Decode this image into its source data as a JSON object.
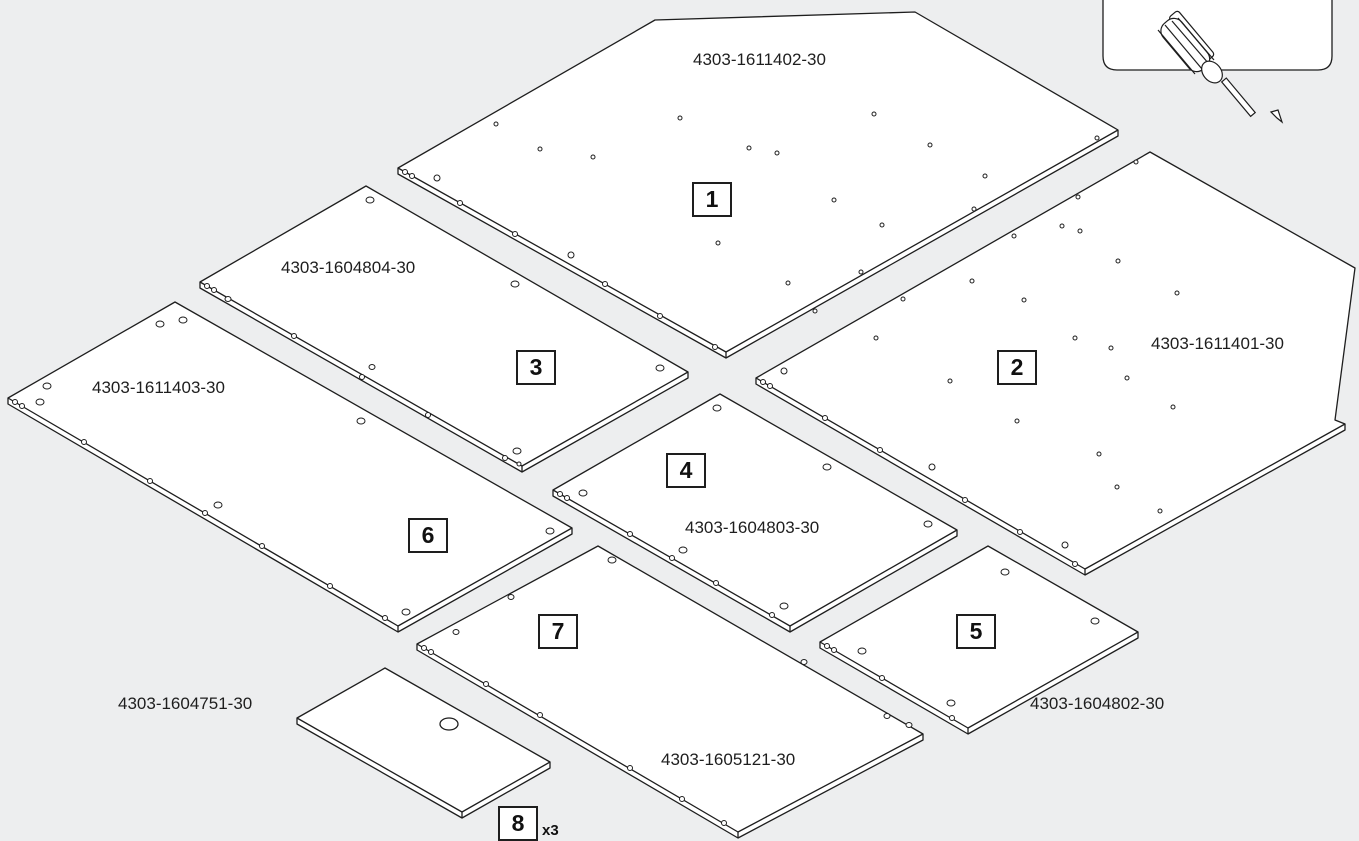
{
  "parts": [
    {
      "number": "1",
      "code": "4303-1611402-30"
    },
    {
      "number": "2",
      "code": "4303-1611401-30"
    },
    {
      "number": "3",
      "code": "4303-1604804-30"
    },
    {
      "number": "4",
      "code": "4303-1604803-30"
    },
    {
      "number": "5",
      "code": "4303-1604802-30"
    },
    {
      "number": "6",
      "code": "4303-1611403-30"
    },
    {
      "number": "7",
      "code": "4303-1605121-30"
    },
    {
      "number": "8",
      "code": "4303-1604751-30",
      "quantity": "x3"
    }
  ],
  "tool": {
    "icon": "screwdriver-icon"
  }
}
